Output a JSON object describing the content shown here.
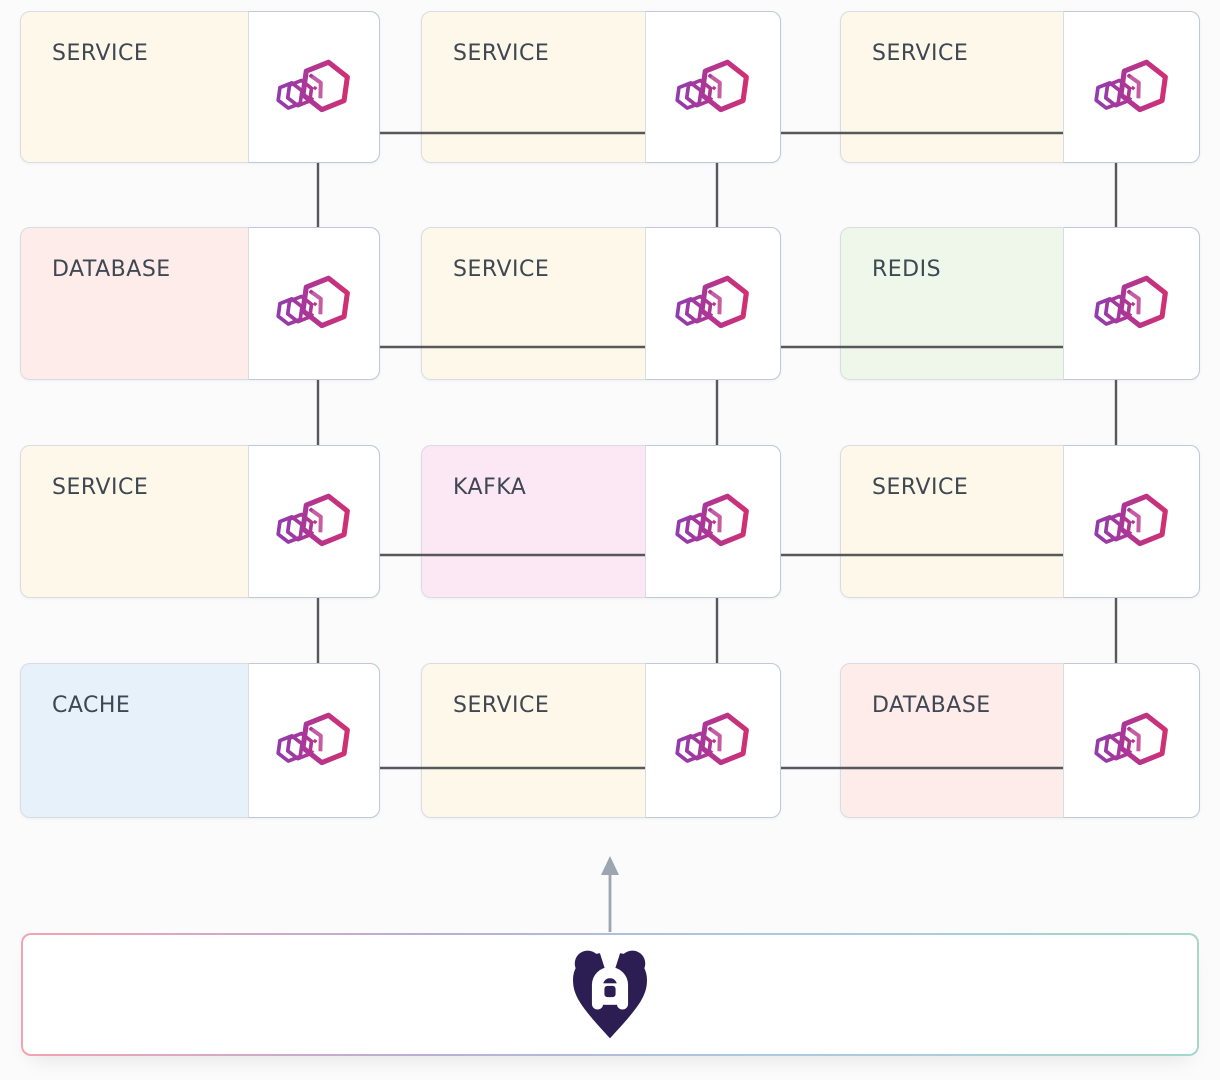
{
  "page": {
    "background": "#FBFBFC"
  },
  "diagram": {
    "node_types": {
      "service": {
        "bg": "#FDF8E9"
      },
      "database": {
        "bg": "#FDECEA"
      },
      "redis": {
        "bg": "#EEF7E9"
      },
      "kafka": {
        "bg": "#FBE8F4"
      },
      "cache": {
        "bg": "#E7F1F9"
      }
    },
    "nodes": [
      {
        "id": "r0c0",
        "label": "SERVICE",
        "type": "service",
        "row": 0,
        "col": 0
      },
      {
        "id": "r0c1",
        "label": "SERVICE",
        "type": "service",
        "row": 0,
        "col": 1
      },
      {
        "id": "r0c2",
        "label": "SERVICE",
        "type": "service",
        "row": 0,
        "col": 2
      },
      {
        "id": "r1c0",
        "label": "DATABASE",
        "type": "database",
        "row": 1,
        "col": 0
      },
      {
        "id": "r1c1",
        "label": "SERVICE",
        "type": "service",
        "row": 1,
        "col": 1
      },
      {
        "id": "r1c2",
        "label": "REDIS",
        "type": "redis",
        "row": 1,
        "col": 2
      },
      {
        "id": "r2c0",
        "label": "SERVICE",
        "type": "service",
        "row": 2,
        "col": 0
      },
      {
        "id": "r2c1",
        "label": "KAFKA",
        "type": "kafka",
        "row": 2,
        "col": 1
      },
      {
        "id": "r2c2",
        "label": "SERVICE",
        "type": "service",
        "row": 2,
        "col": 2
      },
      {
        "id": "r3c0",
        "label": "CACHE",
        "type": "cache",
        "row": 3,
        "col": 0
      },
      {
        "id": "r3c1",
        "label": "SERVICE",
        "type": "service",
        "row": 3,
        "col": 1
      },
      {
        "id": "r3c2",
        "label": "DATABASE",
        "type": "database",
        "row": 3,
        "col": 2
      }
    ],
    "edges": [
      [
        "r0c0",
        "r0c1"
      ],
      [
        "r0c1",
        "r0c2"
      ],
      [
        "r1c0",
        "r1c1"
      ],
      [
        "r1c1",
        "r1c2"
      ],
      [
        "r2c0",
        "r2c1"
      ],
      [
        "r2c1",
        "r2c2"
      ],
      [
        "r3c0",
        "r3c1"
      ],
      [
        "r3c1",
        "r3c2"
      ],
      [
        "r0c0",
        "r1c0"
      ],
      [
        "r1c0",
        "r2c0"
      ],
      [
        "r2c0",
        "r3c0"
      ],
      [
        "r0c1",
        "r1c1"
      ],
      [
        "r1c1",
        "r2c1"
      ],
      [
        "r2c1",
        "r3c1"
      ],
      [
        "r0c2",
        "r1c2"
      ],
      [
        "r1c2",
        "r2c2"
      ],
      [
        "r2c2",
        "r3c2"
      ]
    ],
    "colors": {
      "edge": "#56585B",
      "node_border": "#D9DDE2",
      "icon_panel_border": "#BFCAD6",
      "divider": "#D8DDE3",
      "label_text": "#3F4752",
      "icon_gradient_start": "#8E3CB2",
      "icon_gradient_end": "#D62F6E"
    },
    "node_icon": "containers-icon"
  },
  "footer": {
    "arrow_icon": "up-arrow-icon",
    "arrow_color": "#9CA6B0",
    "logo_icon": "bear-icon",
    "logo_color": "#2C1E52",
    "border_gradient": [
      "#F2A3B2",
      "#B8AFD7",
      "#ABC8E5",
      "#A7D7C9"
    ],
    "background": "#FFFFFF"
  }
}
